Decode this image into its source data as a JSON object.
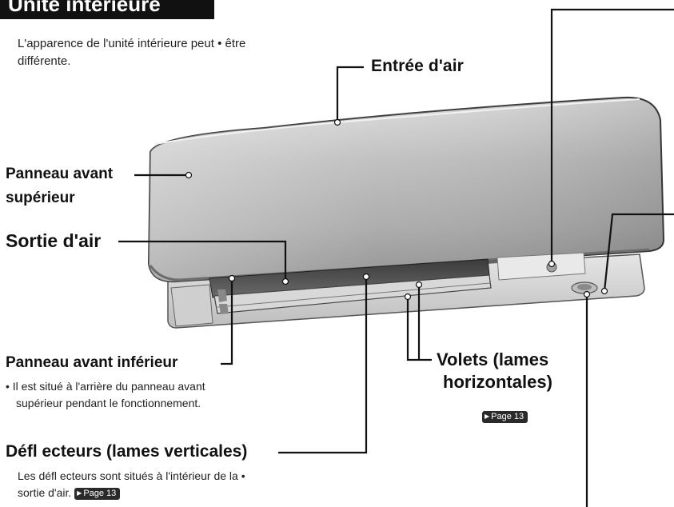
{
  "header": {
    "title": "Unité intérieure"
  },
  "notes": {
    "appearance": "L'apparence de l'unité intérieure peut • être différente."
  },
  "labels": {
    "air_inlet": "Entrée d'air",
    "front_panel_upper_1": "Panneau avant",
    "front_panel_upper_2": "supérieur",
    "air_outlet": "Sortie d'air",
    "front_panel_lower": "Panneau avant inférieur",
    "front_panel_lower_note_1": "• Il est situé à l'arrière du panneau avant",
    "front_panel_lower_note_2": "supérieur pendant le fonctionnement.",
    "flaps_1": "Volets (lames",
    "flaps_2": "horizontales)",
    "deflectors": "Défl ecteurs (lames verticales)",
    "deflectors_note_1": "Les défl ecteurs sont situés à l'intérieur de la •",
    "deflectors_note_2": "sortie d'air."
  },
  "page_refs": {
    "flaps_ref": "Page 13",
    "deflectors_ref": "Page 13"
  }
}
